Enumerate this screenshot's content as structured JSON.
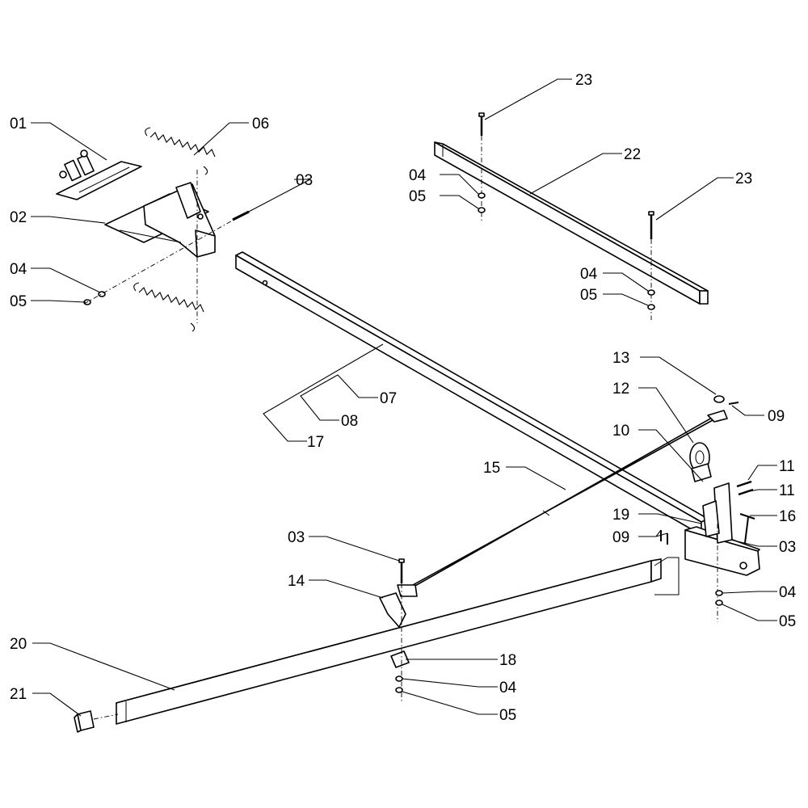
{
  "callouts": {
    "c01": "01",
    "c02": "02",
    "c03a": "03",
    "c04a": "04",
    "c05a": "05",
    "c06": "06",
    "c23a": "23",
    "c22": "22",
    "c23b": "23",
    "c04b": "04",
    "c05b": "05",
    "c04c": "04",
    "c05c": "05",
    "c07": "07",
    "c08": "08",
    "c17": "17",
    "c13": "13",
    "c09a": "09",
    "c12": "12",
    "c10": "10",
    "c15": "15",
    "c11a": "11",
    "c11b": "11",
    "c19": "19",
    "c16": "16",
    "c09b": "09",
    "c03b": "03",
    "c03c": "03",
    "c14": "14",
    "c04d": "04",
    "c05d": "05",
    "c20": "20",
    "c18": "18",
    "c04e": "04",
    "c05e": "05",
    "c21": "21"
  }
}
